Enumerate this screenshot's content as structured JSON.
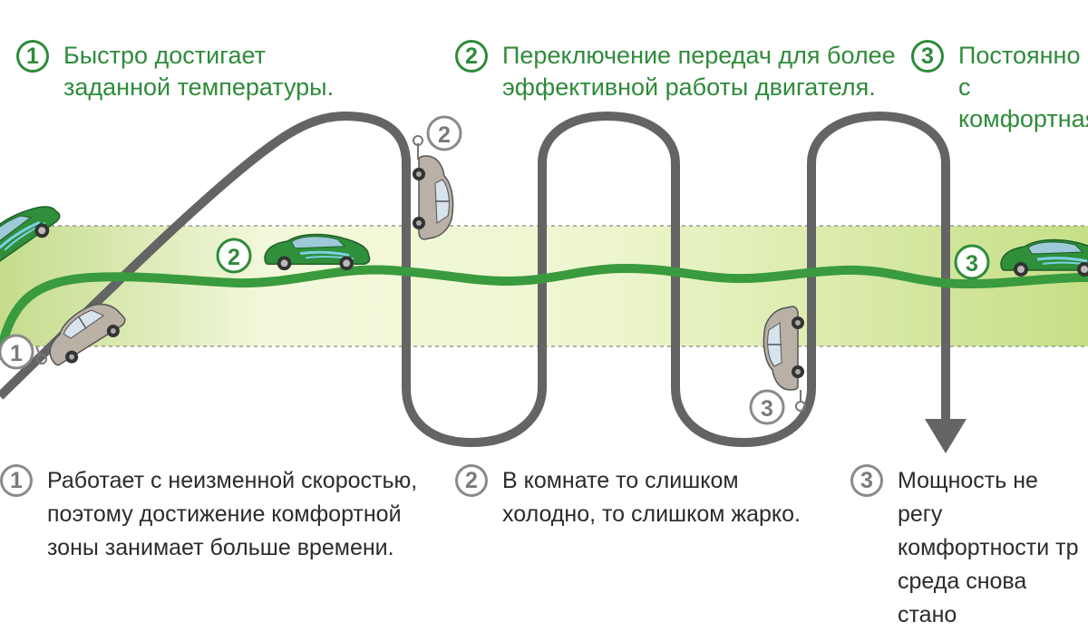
{
  "colors": {
    "green": "#2e8b3a",
    "green_line": "#3a9a3e",
    "grey_line": "#606060",
    "band_left": "#f4f8d6",
    "band_right": "#c9e08a",
    "text_dark": "#2b2b2b",
    "grey_badge": "#8a8a8a"
  },
  "top_notes": [
    {
      "num": "1",
      "text": "Быстро достигает\nзаданной температуры."
    },
    {
      "num": "2",
      "text": "Переключение передач для более\nэффективной работы двигателя."
    },
    {
      "num": "3",
      "text": "Постоянно с\nкомфортная"
    }
  ],
  "bottom_notes": [
    {
      "num": "1",
      "text": "Работает с неизменной скоростью,\nпоэтому достижение комфортной\nзоны занимает больше времени."
    },
    {
      "num": "2",
      "text": "В комнате то слишком\nхолодно, то слишком жарко."
    },
    {
      "num": "3",
      "text": "Мощность не регу\nкомфортности тр\nсреда снова стано"
    }
  ],
  "path_badges": {
    "green_1": "2",
    "green_2": "3",
    "grey_1": "1",
    "grey_2": "2",
    "grey_3": "3"
  },
  "icons": [
    "green-car-icon",
    "grey-car-icon",
    "exhaust-icon",
    "down-arrow-icon"
  ]
}
